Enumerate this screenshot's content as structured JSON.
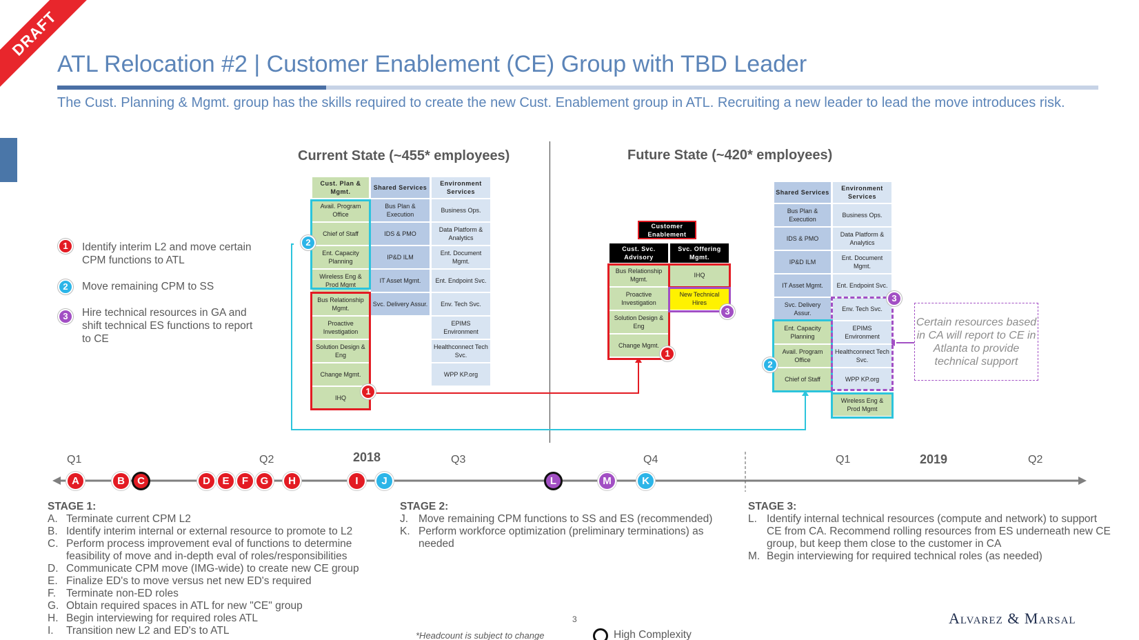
{
  "draft": "DRAFT",
  "title": "ATL Relocation #2 | Customer Enablement (CE) Group with TBD Leader",
  "subtitle": "The Cust. Planning & Mgmt. group has the skills required to create the new Cust. Enablement group in ATL. Recruiting a new leader to lead the move introduces risk.",
  "current_state": {
    "title": "Current State (~455* employees)",
    "cols": [
      {
        "header": "Cust. Plan & Mgmt.",
        "items": [
          "Avail. Program Office",
          "Chief of Staff",
          "Ent. Capacity Planning",
          "Wireless Eng & Prod Mgmt",
          "Bus Relationship Mgmt.",
          "Proactive Investigation",
          "Solution Design & Eng",
          "Change Mgmt.",
          "IHQ"
        ]
      },
      {
        "header": "Shared Services",
        "items": [
          "Bus Plan & Execution",
          "IDS & PMO",
          "IP&D ILM",
          "IT Asset Mgmt.",
          "Svc. Delivery Assur."
        ]
      },
      {
        "header": "Environment Services",
        "items": [
          "Business Ops.",
          "Data Platform & Analytics",
          "Ent. Document Mgmt.",
          "Ent. Endpoint Svc.",
          "Env. Tech Svc.",
          "EPIMS Environment",
          "Healthconnect Tech Svc.",
          "WPP KP.org"
        ]
      }
    ]
  },
  "future_state": {
    "title": "Future State (~420* employees)",
    "ce_header": "Customer Enablement",
    "csa_header": "Cust. Svc. Advisory",
    "csa_items": [
      "Bus Relationship Mgmt.",
      "Proactive Investigation",
      "Solution Design & Eng",
      "Change Mgmt."
    ],
    "som_header": "Svc. Offering Mgmt.",
    "som_items": [
      "IHQ",
      "New Technical Hires"
    ],
    "shared_header": "Shared Services",
    "shared_items": [
      "Bus Plan & Execution",
      "IDS & PMO",
      "IP&D ILM",
      "IT Asset Mgmt.",
      "Svc. Delivery Assur.",
      "Ent. Capacity Planning",
      "Avail. Program Office",
      "Chief of Staff"
    ],
    "env_header": "Environment Services",
    "env_items": [
      "Business Ops.",
      "Data Platform & Analytics",
      "Ent. Document Mgmt.",
      "Ent. Endpoint Svc.",
      "Env. Tech Svc.",
      "EPIMS Environment",
      "Healthconnect Tech Svc.",
      "WPP KP.org",
      "Wireless Eng & Prod Mgmt"
    ],
    "note": "Certain resources based in CA will report to CE in Atlanta to provide technical support"
  },
  "legend": [
    {
      "num": "1",
      "text": "Identify interim L2 and move certain CPM functions to ATL",
      "color": "#e31b23"
    },
    {
      "num": "2",
      "text": "Move remaining CPM to SS",
      "color": "#2cb5e8"
    },
    {
      "num": "3",
      "text": "Hire technical resources in GA and shift technical ES functions to report to CE",
      "color": "#a24fc4"
    }
  ],
  "timeline": {
    "quarters": [
      "Q1",
      "Q2",
      "Q3",
      "Q4",
      "Q1",
      "Q2"
    ],
    "years": [
      "2018",
      "2019"
    ],
    "milestones": [
      "A",
      "B",
      "C",
      "D",
      "E",
      "F",
      "G",
      "H",
      "I",
      "J",
      "L",
      "M",
      "K"
    ]
  },
  "stages": [
    {
      "title": "STAGE 1:",
      "items": [
        {
          "k": "A.",
          "t": "Terminate current CPM L2"
        },
        {
          "k": "B.",
          "t": "Identify interim internal or external resource to promote to L2"
        },
        {
          "k": "C.",
          "t": "Perform process improvement eval of functions to determine feasibility of move and in-depth eval of roles/responsibilities"
        },
        {
          "k": "D.",
          "t": "Communicate CPM move (IMG-wide) to create new CE group"
        },
        {
          "k": "E.",
          "t": "Finalize ED's to move versus net new ED's required"
        },
        {
          "k": "F.",
          "t": "Terminate non-ED roles"
        },
        {
          "k": "G.",
          "t": "Obtain required spaces in ATL for new \"CE\" group"
        },
        {
          "k": "H.",
          "t": "Begin interviewing for required roles ATL"
        },
        {
          "k": "I.",
          "t": "Transition new L2 and ED's to ATL"
        }
      ]
    },
    {
      "title": "STAGE 2:",
      "items": [
        {
          "k": "J.",
          "t": "Move remaining CPM functions to SS and ES (recommended)"
        },
        {
          "k": "K.",
          "t": "Perform workforce optimization (preliminary terminations) as needed"
        }
      ]
    },
    {
      "title": "STAGE 3:",
      "items": [
        {
          "k": "L.",
          "t": "Identify internal technical resources (compute and network) to support CE from CA. Recommend rolling resources from ES underneath new CE group, but keep them close to the customer in CA"
        },
        {
          "k": "M.",
          "t": "Begin interviewing for required technical roles (as needed)"
        }
      ]
    }
  ],
  "footnote": "*Headcount is subject to change",
  "high_complexity": "High Complexity",
  "page_number": "3",
  "logo": "Alvarez & Marsal"
}
